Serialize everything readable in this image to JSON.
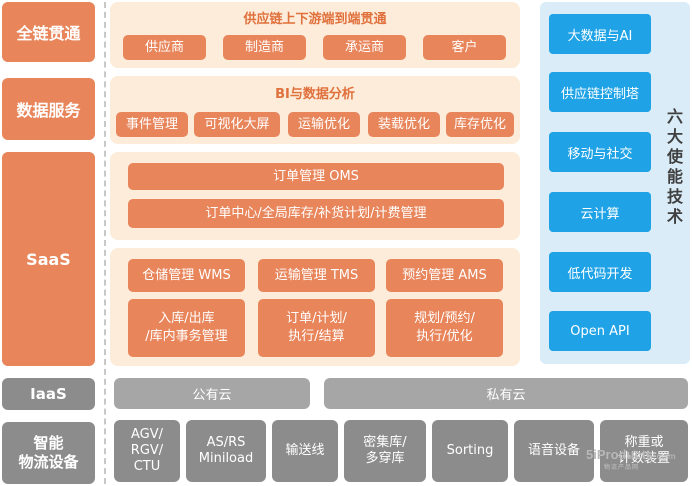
{
  "left": {
    "full_chain": "全链贯通",
    "data_service": "数据服务",
    "saas": "SaaS",
    "iaas": "IaaS",
    "logistics": "智能\n物流设备"
  },
  "supply_chain": {
    "title": "供应链上下游端到端贯通",
    "items": [
      "供应商",
      "制造商",
      "承运商",
      "客户"
    ]
  },
  "bi": {
    "title": "BI与数据分析",
    "items": [
      "事件管理",
      "可视化大屏",
      "运输优化",
      "装载优化",
      "库存优化"
    ]
  },
  "oms": {
    "title": "订单管理 OMS",
    "detail": "订单中心/全局库存/补货计划/计费管理"
  },
  "modules": [
    {
      "title": "仓储管理 WMS",
      "detail": "入库/出库\n/库内事务管理"
    },
    {
      "title": "运输管理 TMS",
      "detail": "订单/计划/\n执行/结算"
    },
    {
      "title": "预约管理 AMS",
      "detail": "规划/预约/\n执行/优化"
    }
  ],
  "iaas": {
    "public": "公有云",
    "private": "私有云"
  },
  "devices": [
    "AGV/\nRGV/\nCTU",
    "AS/RS\nMiniload",
    "输送线",
    "密集库/\n多穿库",
    "Sorting",
    "语音设备",
    "称重或\n计数装置"
  ],
  "tech": {
    "title": "六大使能技术",
    "items": [
      "大数据与AI",
      "供应链控制塔",
      "移动与社交",
      "云计算",
      "低代码开发",
      "Open API"
    ]
  },
  "watermark": {
    "main": "5iProducts",
    "suffix": ".com",
    "sub": "物流产品网"
  },
  "colors": {
    "orange": "#e8855a",
    "panel": "#fcecd9",
    "blue": "#1fa3e6",
    "blue_panel": "#d9ecf7",
    "gray": "#8c8c8c"
  }
}
